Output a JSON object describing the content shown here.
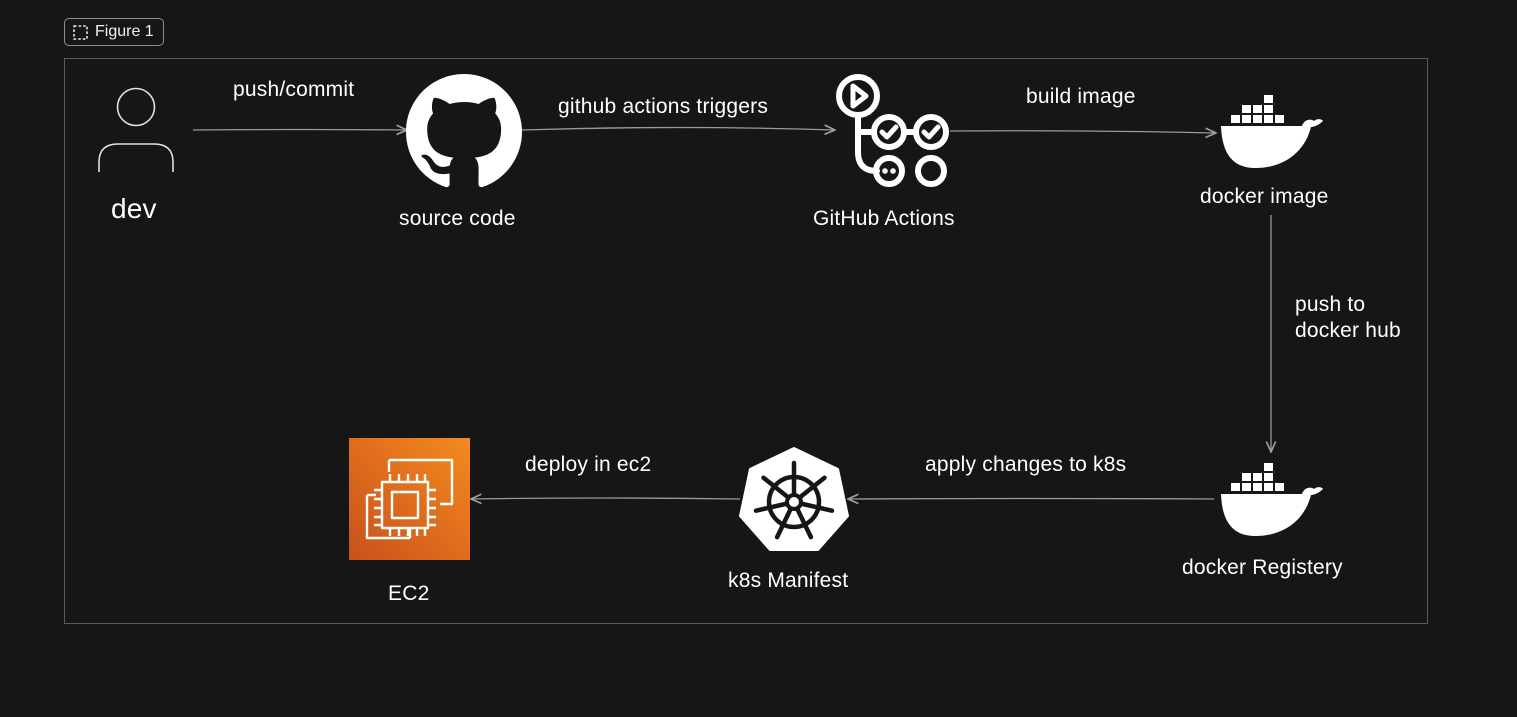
{
  "frame": {
    "label": "Figure 1"
  },
  "nodes": {
    "dev": "dev",
    "source_code": "source code",
    "github_actions": "GitHub Actions",
    "docker_image": "docker image",
    "docker_registry": "docker Registery",
    "k8s_manifest": "k8s Manifest",
    "ec2": "EC2"
  },
  "edges": {
    "push_commit": "push/commit",
    "gh_triggers": "github actions triggers",
    "build_image": "build image",
    "push_docker_hub": "push to\ndocker hub",
    "apply_k8s": "apply changes to k8s",
    "deploy_ec2": "deploy in ec2"
  },
  "colors": {
    "background": "#161616",
    "frame_border": "#5a5a5a",
    "arrow": "#9a9a9a",
    "ec2_orange": "#e8761c"
  },
  "icons": {
    "dev": "user-icon",
    "source_code": "github-icon",
    "github_actions": "github-actions-icon",
    "docker_image": "docker-icon",
    "docker_registry": "docker-icon",
    "k8s_manifest": "kubernetes-icon",
    "ec2": "aws-ec2-icon"
  }
}
